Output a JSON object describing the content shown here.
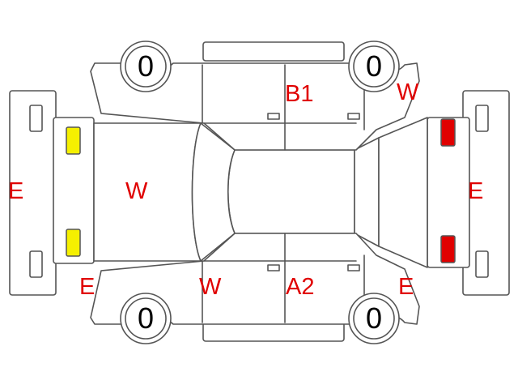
{
  "tires": {
    "front_left": "0",
    "front_right": "0",
    "rear_left": "0",
    "rear_right": "0"
  },
  "marks": {
    "roof_right": "B1",
    "rear_fender_right": "W",
    "front_bumper": "E",
    "hood": "W",
    "rear_bumper": "E",
    "front_fender_left": "E",
    "front_door_left": "W",
    "rear_door_left": "A2",
    "rear_fender_left": "E"
  },
  "colors": {
    "mark_text": "#e00000",
    "headlight": "#f5f000",
    "taillight": "#e00000",
    "outline": "#555555"
  }
}
